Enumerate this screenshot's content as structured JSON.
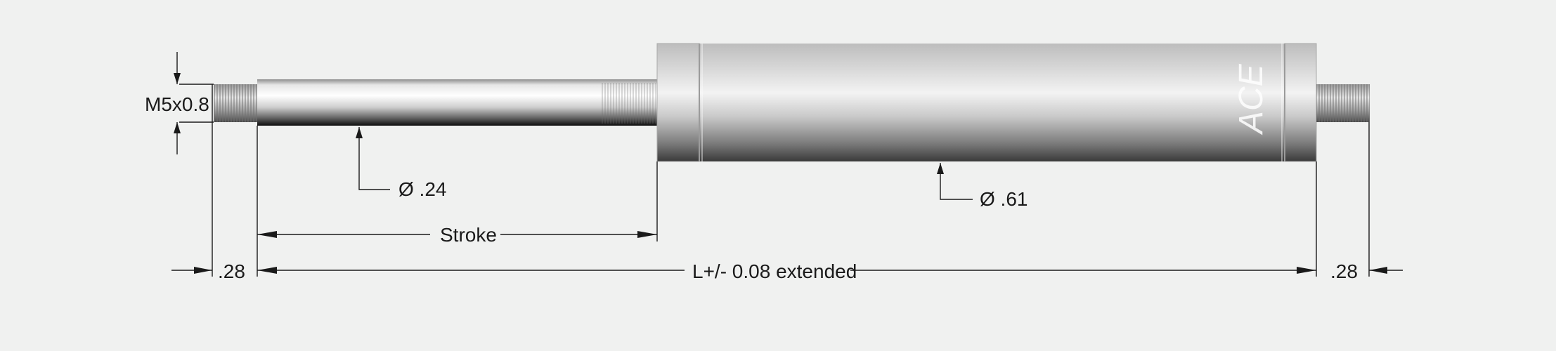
{
  "brand": {
    "logo_text": "ACE"
  },
  "labels": {
    "thread": "M5x0.8",
    "rod_diameter": "Ø .24",
    "body_diameter": "Ø .61",
    "stroke": "Stroke",
    "length": "L+/- 0.08 extended",
    "left_end": ".28",
    "right_end": ".28"
  },
  "colors": {
    "background": "#f0f1f0",
    "metal_light": "#f4f4f4",
    "metal_mid": "#b9b9b9",
    "metal_dark": "#2a2a2a",
    "line": "#1a1a1a"
  }
}
